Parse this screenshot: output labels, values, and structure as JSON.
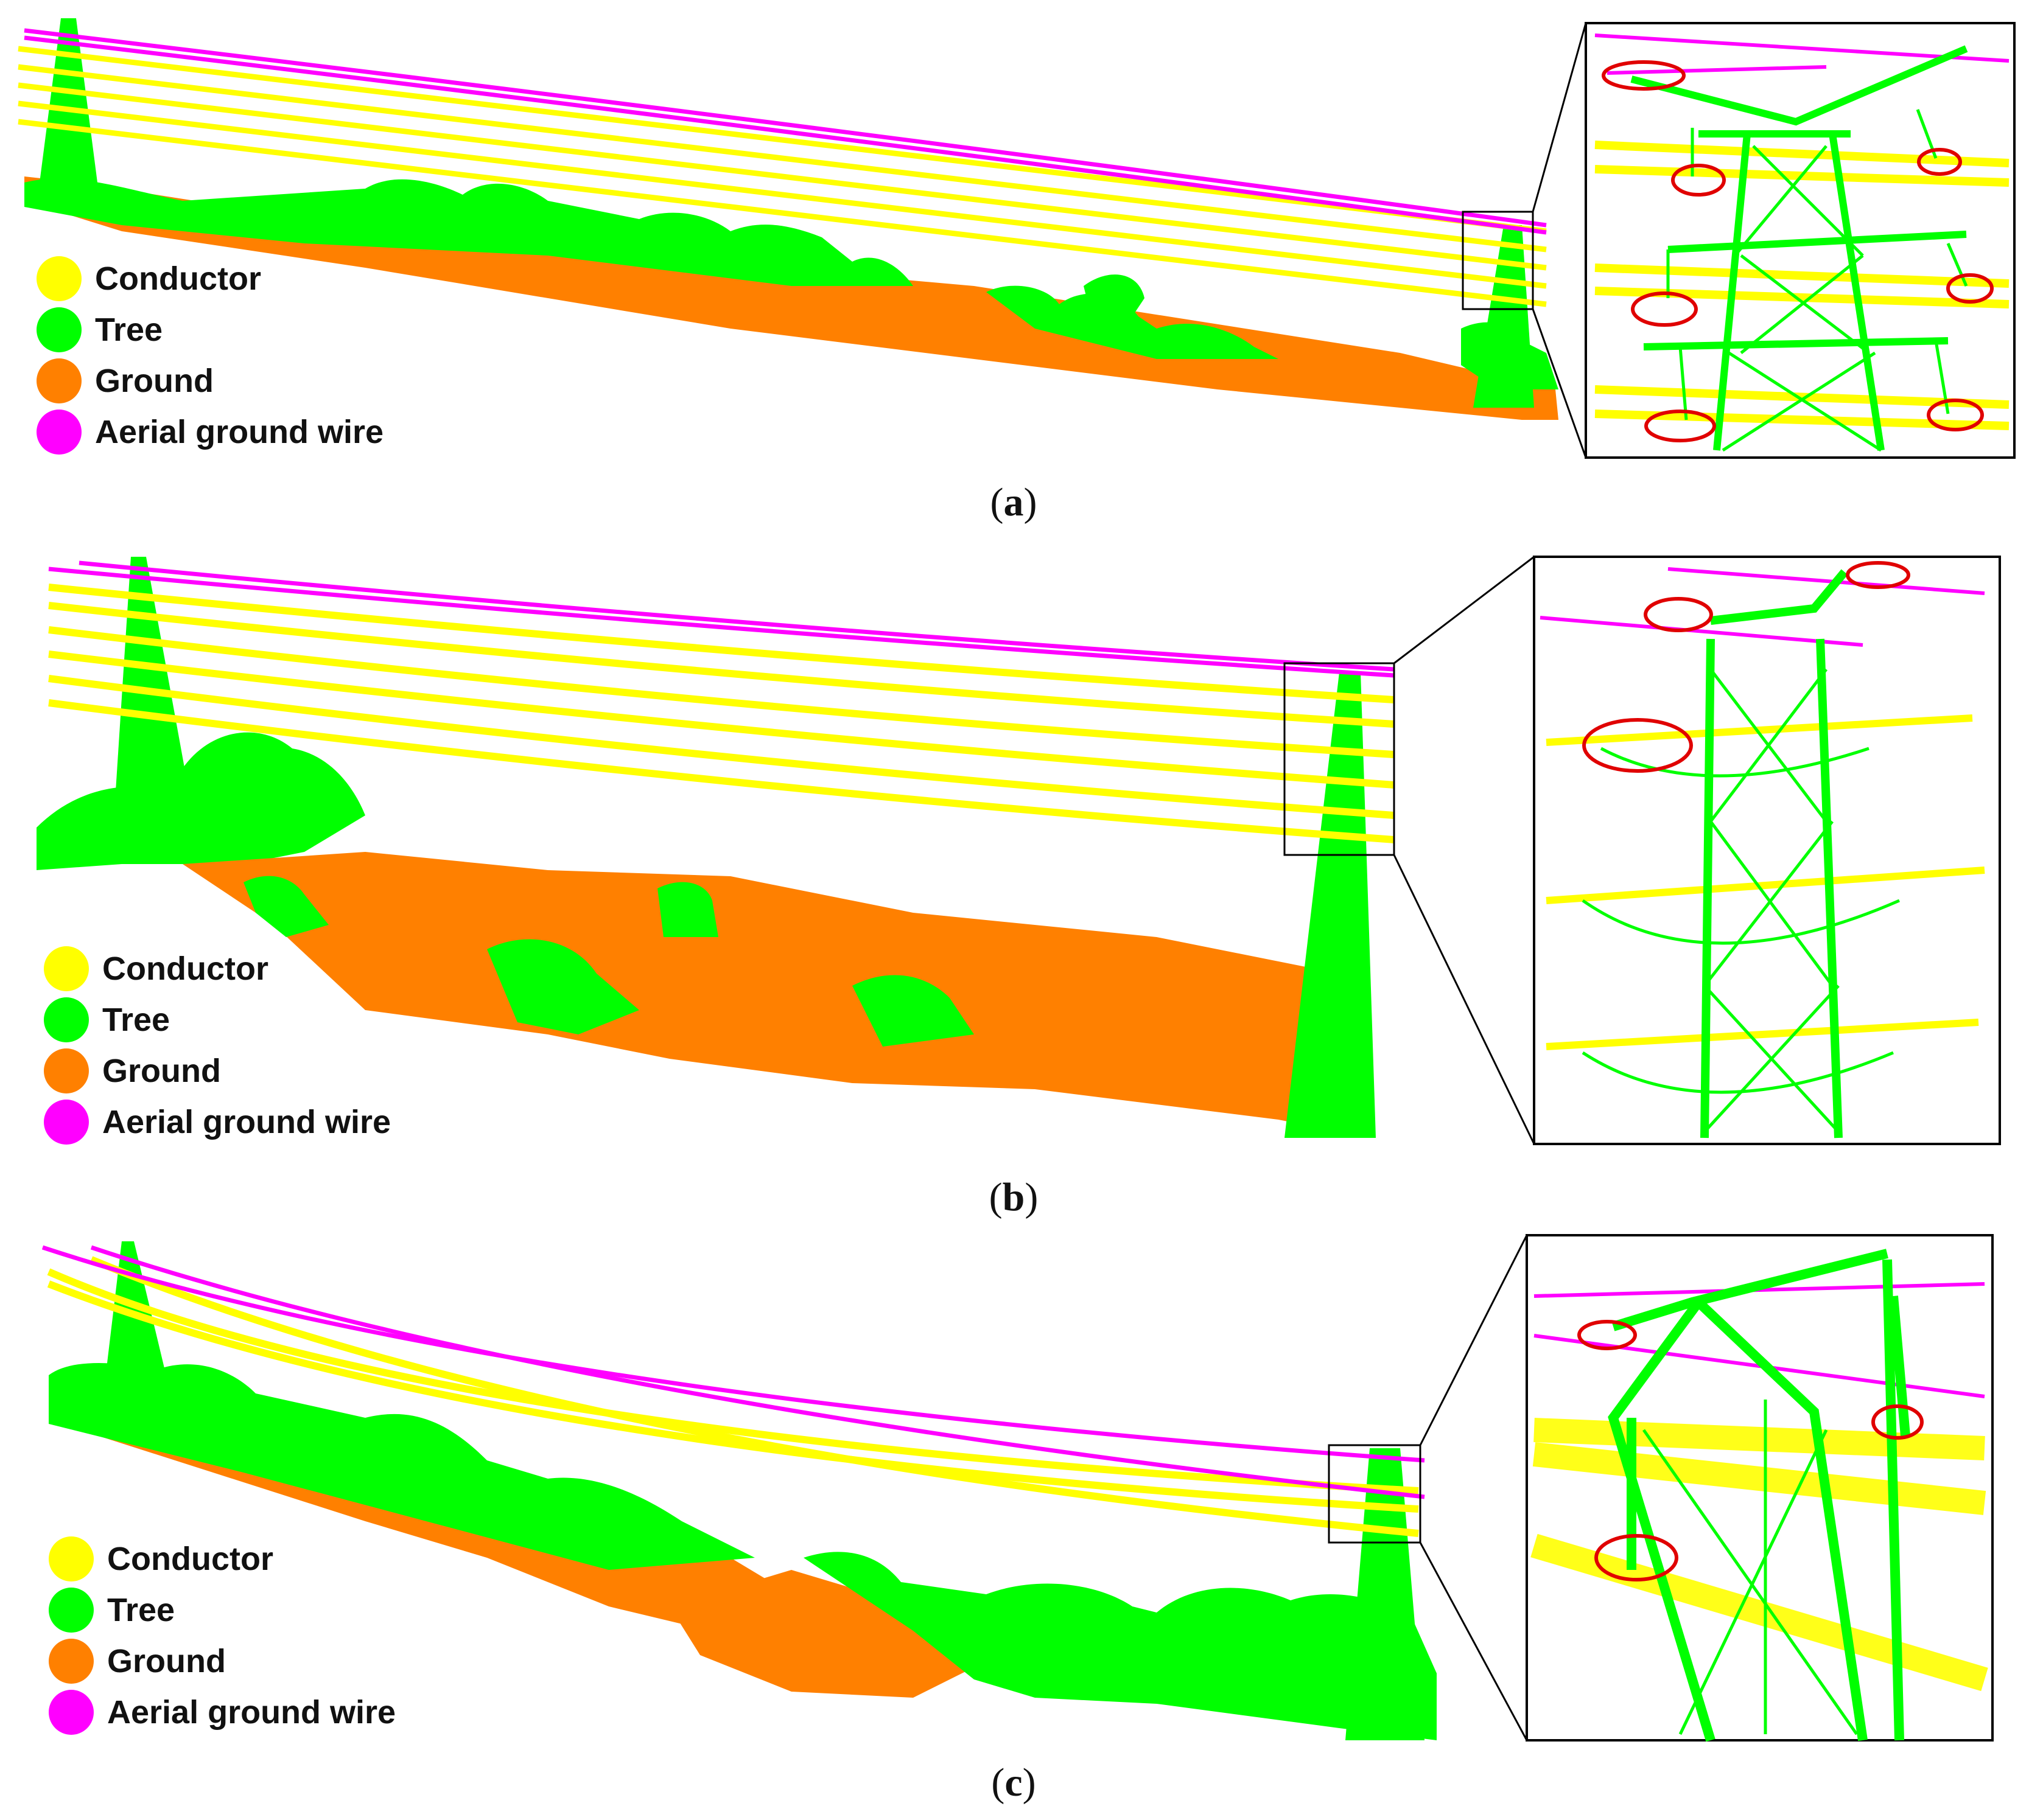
{
  "legend": {
    "conductor": "Conductor",
    "tree": "Tree",
    "ground": "Ground",
    "aerial_ground_wire": "Aerial ground wire"
  },
  "colors": {
    "conductor": "#ffff00",
    "tree": "#00ff00",
    "ground": "#ff8000",
    "aerial_ground_wire": "#ff00ff",
    "highlight_circle": "#e00000",
    "frame": "#000000"
  },
  "panels": [
    {
      "label": "a"
    },
    {
      "label": "b"
    },
    {
      "label": "c"
    }
  ]
}
